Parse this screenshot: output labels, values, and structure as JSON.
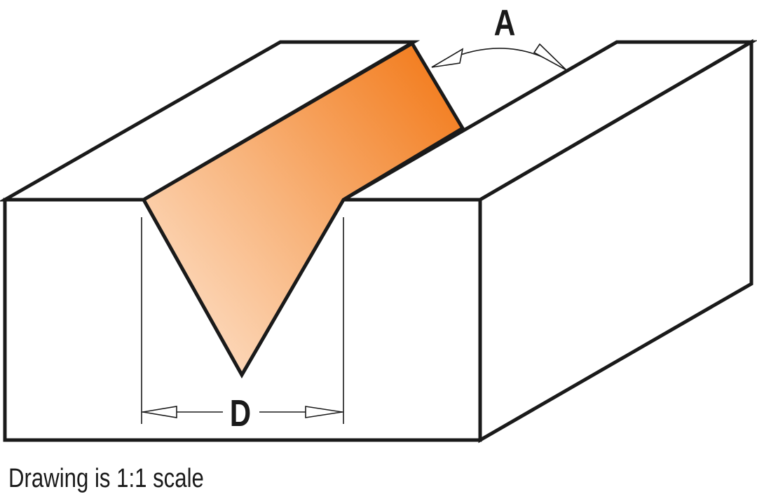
{
  "diagram": {
    "labels": {
      "angle": "A",
      "width": "D"
    },
    "caption": "Drawing is 1:1 scale",
    "colors": {
      "cutter_light": "#fde0c8",
      "cutter_dark": "#f27a1a",
      "outline": "#1a1a1a",
      "background": "#ffffff"
    }
  }
}
